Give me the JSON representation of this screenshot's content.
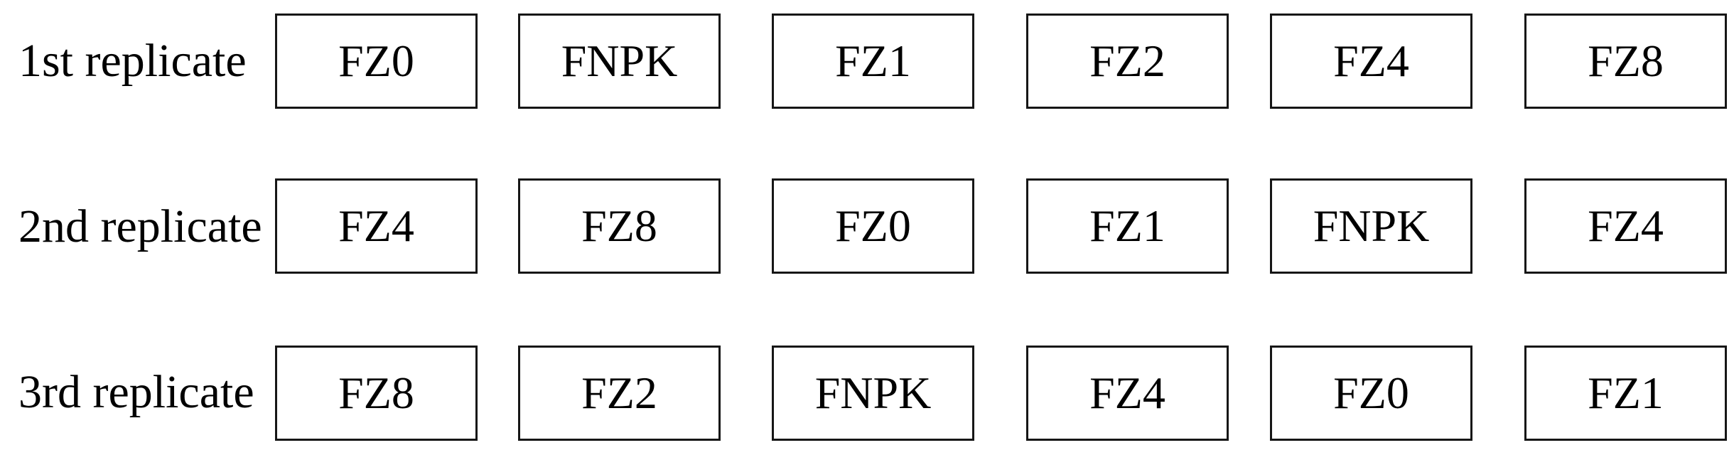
{
  "figure": {
    "description": "Field experiment replicate plot layout",
    "colors": {
      "background": "#ffffff",
      "border": "#161616",
      "text": "#000000"
    },
    "rows": [
      {
        "label": "1st replicate",
        "boxes": [
          "FZ0",
          "FNPK",
          "FZ1",
          "FZ2",
          "FZ4",
          "FZ8"
        ]
      },
      {
        "label": "2nd replicate",
        "boxes": [
          "FZ4",
          "FZ8",
          "FZ0",
          "FZ1",
          "FNPK",
          "FZ4"
        ]
      },
      {
        "label": "3rd replicate",
        "boxes": [
          "FZ8",
          "FZ2",
          "FNPK",
          "FZ4",
          "FZ0",
          "FZ1"
        ]
      }
    ]
  }
}
